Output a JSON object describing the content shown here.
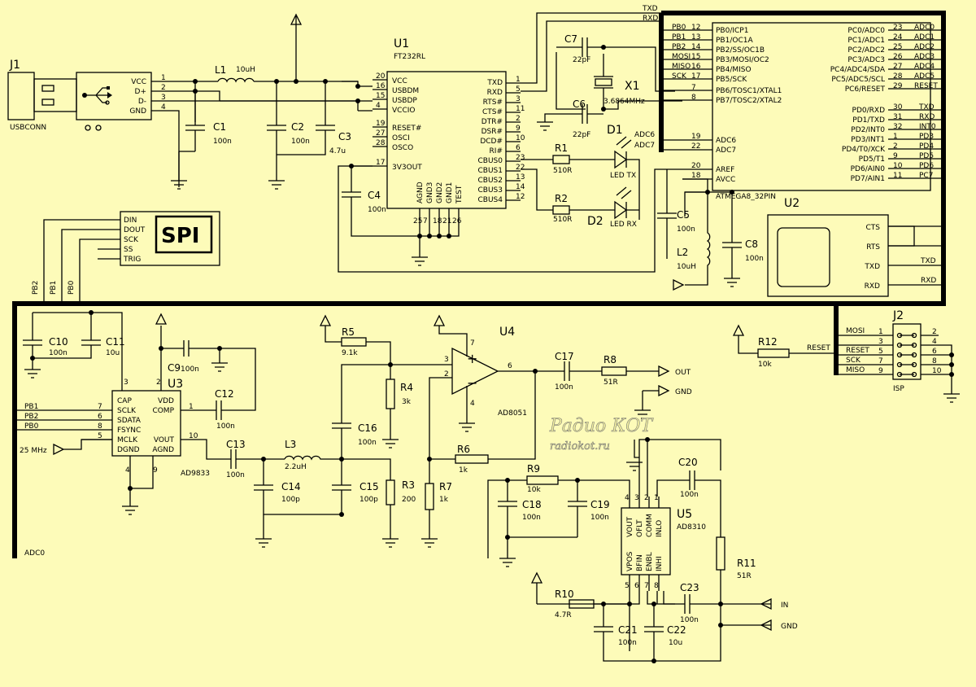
{
  "refs": {
    "J1": "J1",
    "J2": "J2",
    "U1": "U1",
    "U2": "U2",
    "U3": "U3",
    "U4": "U4",
    "U5": "U5",
    "L1": "L1",
    "L2": "L2",
    "L3": "L3",
    "X1": "X1",
    "C1": "C1",
    "C2": "C2",
    "C3": "C3",
    "C4": "C4",
    "C5": "C5",
    "C6": "C6",
    "C7": "C7",
    "C8": "C8",
    "C9": "C9",
    "C10": "C10",
    "C11": "C11",
    "C12": "C12",
    "C13": "C13",
    "C14": "C14",
    "C15": "C15",
    "C16": "C16",
    "C17": "C17",
    "C18": "C18",
    "C19": "C19",
    "C20": "C20",
    "C21": "C21",
    "C22": "C22",
    "C23": "C23",
    "R1": "R1",
    "R2": "R2",
    "R3": "R3",
    "R4": "R4",
    "R5": "R5",
    "R6": "R6",
    "R7": "R7",
    "R8": "R8",
    "R9": "R9",
    "R10": "R10",
    "R11": "R11",
    "R12": "R12",
    "D1": "D1",
    "D2": "D2"
  },
  "values": {
    "L1": "10uH",
    "L2": "10uH",
    "L3": "2.2uH",
    "X1": "3.6864MHz",
    "C1": "100n",
    "C2": "100n",
    "C3": "4.7u",
    "C4": "100n",
    "C5": "100n",
    "C6": "22pF",
    "C7": "22pF",
    "C8": "100n",
    "C9": "100n",
    "C10": "100n",
    "C11": "10u",
    "C12": "100n",
    "C13": "100n",
    "C14": "100p",
    "C15": "100p",
    "C16": "100n",
    "C17": "100n",
    "C18": "100n",
    "C19": "100n",
    "C20": "100n",
    "C21": "100n",
    "C22": "10u",
    "C23": "100n",
    "R1": "510R",
    "R2": "510R",
    "R3": "200",
    "R4": "3k",
    "R5": "9.1k",
    "R6": "1k",
    "R7": "1k",
    "R8": "51R",
    "R9": "10k",
    "R10": "4.7R",
    "R11": "51R",
    "R12": "10k",
    "D1": "LED TX",
    "D2": "LED RX"
  },
  "parts": {
    "usb_name": "USBCONN",
    "ft232": "FT232RL",
    "atmega": "ATMEGA8_32PIN",
    "ad9833": "AD9833",
    "ad8051": "AD8051",
    "ad8310": "AD8310",
    "spi_title": "SPI",
    "isp_name": "ISP",
    "freq_label": "25 MHz"
  },
  "nets": {
    "txd": "TXD",
    "rxd": "RXD",
    "adc0": "ADC0",
    "adc6": "ADC6",
    "adc7": "ADC7",
    "pb0": "PB0",
    "pb1": "PB1",
    "pb2": "PB2",
    "reset": "RESET",
    "mosi": "MOSI",
    "sck": "SCK",
    "miso": "MISO",
    "out": "OUT",
    "gnd": "GND",
    "in": "IN"
  },
  "pins": {
    "usb": [
      "VCC",
      "D+",
      "D-",
      "GND"
    ],
    "usb_nums": [
      "1",
      "2",
      "3",
      "4"
    ],
    "ft_left": [
      "VCC",
      "USBDM",
      "USBDP",
      "VCCIO",
      "RESET#",
      "OSCI",
      "OSCO",
      "3V3OUT"
    ],
    "ft_left_nums": [
      "20",
      "16",
      "15",
      "4",
      "19",
      "27",
      "28",
      "17"
    ],
    "ft_right": [
      "TXD",
      "RXD",
      "RTS#",
      "CTS#",
      "DTR#",
      "DSR#",
      "DCD#",
      "RI#",
      "CBUS0",
      "CBUS1",
      "CBUS2",
      "CBUS3",
      "CBUS4"
    ],
    "ft_right_nums": [
      "1",
      "5",
      "3",
      "11",
      "2",
      "9",
      "10",
      "6",
      "23",
      "22",
      "13",
      "14",
      "12"
    ],
    "ft_bottom": [
      "AGND",
      "GND3",
      "GND2",
      "GND1",
      "TEST"
    ],
    "ft_bottom_nums": [
      "25",
      "7",
      "18",
      "21",
      "26"
    ],
    "mega_left": [
      "PB0/ICP1",
      "PB1/OC1A",
      "PB2/SS/OC1B",
      "PB3/MOSI/OC2",
      "PB4/MISO",
      "PB5/SCK",
      "PB6/TOSC1/XTAL1",
      "PB7/TOSC2/XTAL2"
    ],
    "mega_left_nums": [
      "12",
      "13",
      "14",
      "15",
      "16",
      "17",
      "7",
      "8"
    ],
    "mega_left_nets": [
      "PB0",
      "PB1",
      "PB2",
      "MOSI",
      "MISO",
      "SCK"
    ],
    "mega_adc": [
      "ADC6",
      "ADC7"
    ],
    "mega_adc_nums": [
      "19",
      "22"
    ],
    "mega_ref": [
      "AREF",
      "AVCC"
    ],
    "mega_ref_nums": [
      "20",
      "18"
    ],
    "mega_right": [
      "PC0/ADC0",
      "PC1/ADC1",
      "PC2/ADC2",
      "PC3/ADC3",
      "PC4/ADC4/SDA",
      "PC5/ADC5/SCL",
      "PC6/RESET"
    ],
    "mega_right_nums": [
      "23",
      "24",
      "25",
      "26",
      "27",
      "28",
      "29"
    ],
    "mega_right_nets": [
      "ADC0",
      "ADC1",
      "ADC2",
      "ADC3",
      "ADC4",
      "ADC5",
      "RESET"
    ],
    "mega_right2": [
      "PD0/RXD",
      "PD1/TXD",
      "PD2/INT0",
      "PD3/INT1",
      "PD4/T0/XCK",
      "PD5/T1",
      "PD6/AIN0",
      "PD7/AIN1"
    ],
    "mega_right2_nums": [
      "30",
      "31",
      "32",
      "1",
      "2",
      "9",
      "10",
      "11"
    ],
    "mega_right2_nets": [
      "TXD",
      "RXD",
      "INT0",
      "PD3",
      "PD4",
      "PD5",
      "PD6",
      "PC7"
    ],
    "u2": [
      "CTS",
      "RTS",
      "TXD",
      "RXD"
    ],
    "spi": [
      "DIN",
      "DOUT",
      "SCK",
      "SS",
      "TRIG"
    ],
    "spi_nets": [
      "PB2",
      "PB1",
      "PB0"
    ],
    "ad9833_left": [
      "CAP",
      "SCLK",
      "SDATA",
      "FSYNC",
      "MCLK",
      "DGND"
    ],
    "ad9833_right": [
      "VDD",
      "COMP",
      "VOUT",
      "AGND"
    ],
    "ad9833_nets": [
      "PB1",
      "PB2",
      "PB0"
    ],
    "ad9833_nums": [
      "3",
      "7",
      "6",
      "8",
      "5",
      "4",
      "2",
      "1",
      "10",
      "9"
    ],
    "ad8310_top": [
      "VOUT",
      "OFLT",
      "COMM",
      "INLO"
    ],
    "ad8310_bottom": [
      "VPOS",
      "BFIN",
      "ENBL",
      "INHI"
    ],
    "ad8310_top_nums": [
      "4",
      "3",
      "2",
      "1"
    ],
    "ad8310_bottom_nums": [
      "5",
      "6",
      "7",
      "8"
    ],
    "isp_left": [
      "MOSI",
      "RESET",
      "SCK",
      "MISO"
    ],
    "isp_left_nums": [
      "1",
      "3",
      "5",
      "7",
      "9"
    ],
    "isp_right_nums": [
      "2",
      "4",
      "6",
      "8",
      "10"
    ],
    "opamp_nums": [
      "3",
      "2",
      "6",
      "7",
      "4"
    ]
  },
  "watermark": [
    "Радио КОТ",
    "radiokot.ru"
  ]
}
